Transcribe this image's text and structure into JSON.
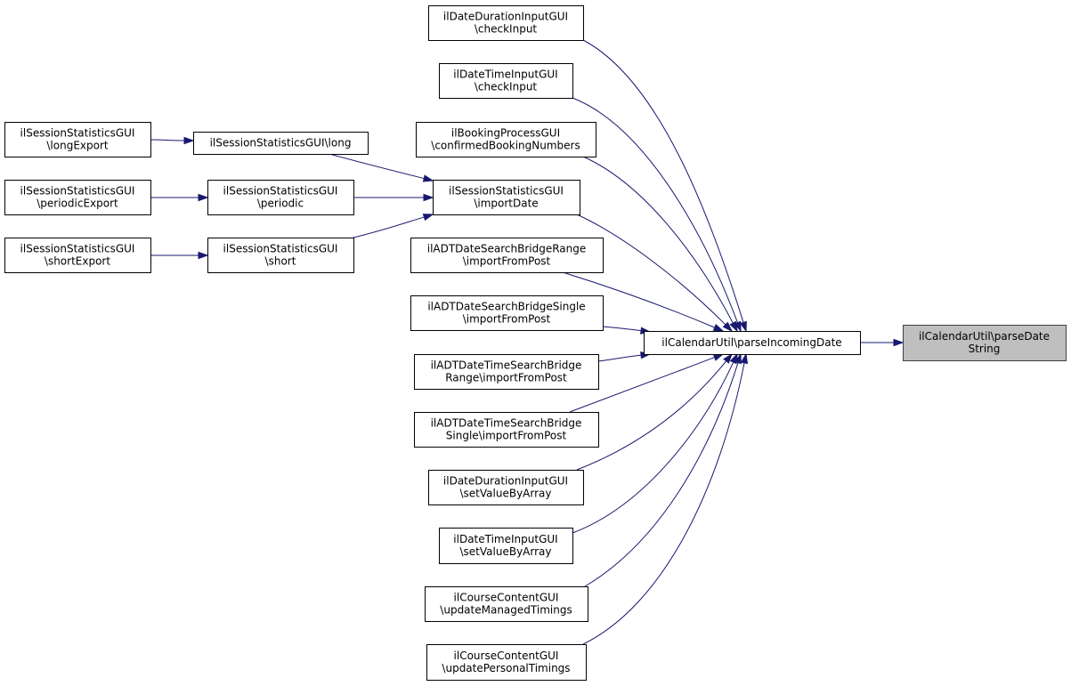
{
  "graph": {
    "type": "caller-graph",
    "edge_color": "#191970",
    "focus_fill": "#bfbfbf",
    "nodes": [
      {
        "id": "longExport",
        "lines": [
          "ilSessionStatisticsGUI",
          "\\longExport"
        ]
      },
      {
        "id": "periodicExport",
        "lines": [
          "ilSessionStatisticsGUI",
          "\\periodicExport"
        ]
      },
      {
        "id": "shortExport",
        "lines": [
          "ilSessionStatisticsGUI",
          "\\shortExport"
        ]
      },
      {
        "id": "long",
        "lines": [
          "ilSessionStatisticsGUI\\long"
        ]
      },
      {
        "id": "periodic",
        "lines": [
          "ilSessionStatisticsGUI",
          "\\periodic"
        ]
      },
      {
        "id": "short",
        "lines": [
          "ilSessionStatisticsGUI",
          "\\short"
        ]
      },
      {
        "id": "ddCheckInput",
        "lines": [
          "ilDateDurationInputGUI",
          "\\checkInput"
        ]
      },
      {
        "id": "dtCheckInput",
        "lines": [
          "ilDateTimeInputGUI",
          "\\checkInput"
        ]
      },
      {
        "id": "booking",
        "lines": [
          "ilBookingProcessGUI",
          "\\confirmedBookingNumbers"
        ]
      },
      {
        "id": "importDate",
        "lines": [
          "ilSessionStatisticsGUI",
          "\\importDate"
        ]
      },
      {
        "id": "dsbRange",
        "lines": [
          "ilADTDateSearchBridgeRange",
          "\\importFromPost"
        ]
      },
      {
        "id": "dsbSingle",
        "lines": [
          "ilADTDateSearchBridgeSingle",
          "\\importFromPost"
        ]
      },
      {
        "id": "dtsbRange",
        "lines": [
          "ilADTDateTimeSearchBridge",
          "Range\\importFromPost"
        ]
      },
      {
        "id": "dtsbSingle",
        "lines": [
          "ilADTDateTimeSearchBridge",
          "Single\\importFromPost"
        ]
      },
      {
        "id": "ddSetValue",
        "lines": [
          "ilDateDurationInputGUI",
          "\\setValueByArray"
        ]
      },
      {
        "id": "dtSetValue",
        "lines": [
          "ilDateTimeInputGUI",
          "\\setValueByArray"
        ]
      },
      {
        "id": "managedTimings",
        "lines": [
          "ilCourseContentGUI",
          "\\updateManagedTimings"
        ]
      },
      {
        "id": "personalTimings",
        "lines": [
          "ilCourseContentGUI",
          "\\updatePersonalTimings"
        ]
      },
      {
        "id": "parseIncomingDate",
        "lines": [
          "ilCalendarUtil\\parseIncomingDate"
        ]
      },
      {
        "id": "parseDateString",
        "lines": [
          "ilCalendarUtil\\parseDate",
          "String"
        ],
        "focus": true
      }
    ],
    "edges": [
      {
        "from": "longExport",
        "to": "long"
      },
      {
        "from": "periodicExport",
        "to": "periodic"
      },
      {
        "from": "shortExport",
        "to": "short"
      },
      {
        "from": "long",
        "to": "importDate"
      },
      {
        "from": "periodic",
        "to": "importDate"
      },
      {
        "from": "short",
        "to": "importDate"
      },
      {
        "from": "ddCheckInput",
        "to": "parseIncomingDate"
      },
      {
        "from": "dtCheckInput",
        "to": "parseIncomingDate"
      },
      {
        "from": "booking",
        "to": "parseIncomingDate"
      },
      {
        "from": "importDate",
        "to": "parseIncomingDate"
      },
      {
        "from": "dsbRange",
        "to": "parseIncomingDate"
      },
      {
        "from": "dsbSingle",
        "to": "parseIncomingDate"
      },
      {
        "from": "dtsbRange",
        "to": "parseIncomingDate"
      },
      {
        "from": "dtsbSingle",
        "to": "parseIncomingDate"
      },
      {
        "from": "ddSetValue",
        "to": "parseIncomingDate"
      },
      {
        "from": "dtSetValue",
        "to": "parseIncomingDate"
      },
      {
        "from": "managedTimings",
        "to": "parseIncomingDate"
      },
      {
        "from": "personalTimings",
        "to": "parseIncomingDate"
      },
      {
        "from": "parseIncomingDate",
        "to": "parseDateString"
      }
    ]
  }
}
